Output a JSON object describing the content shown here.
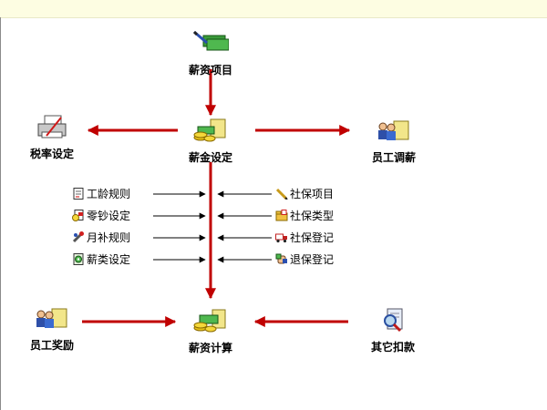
{
  "colors": {
    "arrow_red": "#c00000",
    "topbar_bg": "#fdfde2"
  },
  "nodes": {
    "salary_items": {
      "label": "薪资项目",
      "icon": "money-pen-icon"
    },
    "tax_rate": {
      "label": "税率设定",
      "icon": "printer-icon"
    },
    "salary_settings": {
      "label": "薪金设定",
      "icon": "coins-scroll-icon"
    },
    "employee_raise": {
      "label": "员工调薪",
      "icon": "people-scroll-icon"
    },
    "employee_reward": {
      "label": "员工奖励",
      "icon": "people-scroll-icon"
    },
    "salary_calc": {
      "label": "薪资计算",
      "icon": "coins-money-icon"
    },
    "other_deduction": {
      "label": "其它扣款",
      "icon": "magnifier-doc-icon"
    }
  },
  "left_items": [
    {
      "label": "工龄规则",
      "icon": "document-icon"
    },
    {
      "label": "零钞设定",
      "icon": "coins-doc-icon"
    },
    {
      "label": "月补规则",
      "icon": "wrench-icon"
    },
    {
      "label": "薪类设定",
      "icon": "gear-doc-icon"
    }
  ],
  "right_items": [
    {
      "label": "社保项目",
      "icon": "pencil-icon"
    },
    {
      "label": "社保类型",
      "icon": "folder-icon"
    },
    {
      "label": "社保登记",
      "icon": "truck-icon"
    },
    {
      "label": "退保登记",
      "icon": "hand-icon"
    }
  ]
}
